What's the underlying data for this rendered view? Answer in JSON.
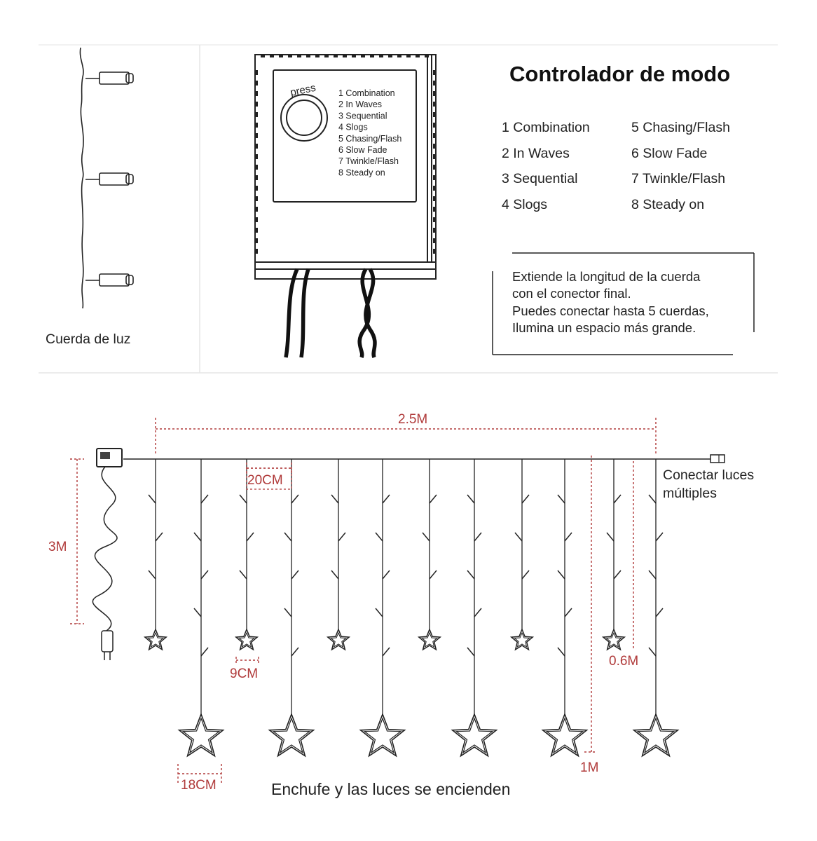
{
  "title": "Controlador de modo",
  "light_string_label": "Cuerda de luz",
  "press_label": "press",
  "controller_modes": [
    "1 Combination",
    "2 In Waves",
    "3 Sequential",
    "4 Slogs",
    "5 Chasing/Flash",
    "6 Slow Fade",
    "7 Twinkle/Flash",
    "8 Steady on"
  ],
  "modes_left": [
    "1 Combination",
    "2 In Waves",
    "3 Sequential",
    "4 Slogs"
  ],
  "modes_right": [
    "5 Chasing/Flash",
    "6 Slow Fade",
    "7 Twinkle/Flash",
    "8 Steady on"
  ],
  "info_lines": [
    "Extiende la longitud de la cuerda",
    "con el conector final.",
    "Puedes conectar hasta 5 cuerdas,",
    "Ilumina un espacio más grande."
  ],
  "dimensions": {
    "total_width": "2.5M",
    "height": "3M",
    "spacing": "20CM",
    "small_star": "9CM",
    "big_star": "18CM",
    "short_drop": "0.6M",
    "long_drop": "1M"
  },
  "connect_label_line1": "Conectar luces",
  "connect_label_line2": "múltiples",
  "caption": "Enchufe y las luces se encienden",
  "colors": {
    "line": "#222222",
    "dimension": "#b03a3a",
    "divider": "#e6e6e6"
  }
}
